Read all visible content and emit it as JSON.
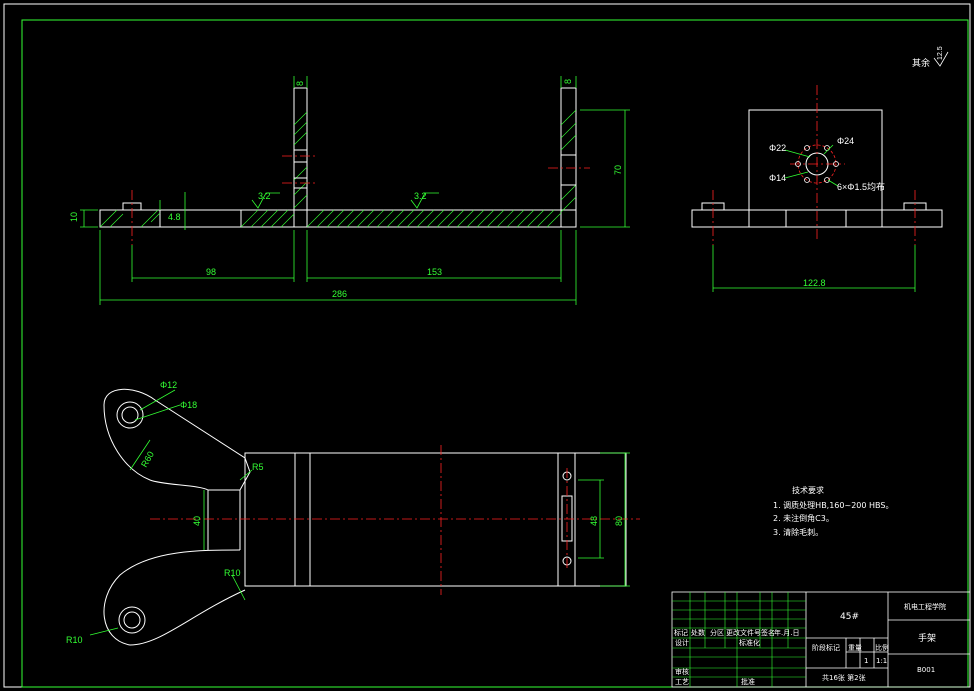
{
  "colors": {
    "background": "#000000",
    "outline": "#ffffff",
    "dimension": "#33ff33",
    "centerline": "#ff2222",
    "frame": "#ffffff"
  },
  "front_view": {
    "dims": {
      "overall": "286",
      "left": "98",
      "right": "153",
      "height": "70",
      "thickness": "10",
      "wall_left": "8",
      "wall_right": "8",
      "small": "4.8"
    },
    "roughness": [
      "3.2",
      "3.2"
    ]
  },
  "side_view": {
    "dims": {
      "width": "122.8",
      "d22": "Φ22",
      "d24": "Φ24",
      "d14": "Φ14",
      "holes": "6×Φ1.5均布"
    }
  },
  "plan_view": {
    "dims": {
      "d12": "Φ12",
      "d18": "Φ18",
      "r60": "R60",
      "r5": "R5",
      "r10a": "R10",
      "r10b": "R10",
      "w40": "40",
      "w48": "48",
      "w80": "80"
    }
  },
  "surface_mark": {
    "label": "其余",
    "value": "12.5"
  },
  "tech_notes": {
    "title": "技术要求",
    "items": [
      "1. 调质处理HB,160~200 HBS。",
      "2. 未注倒角C3。",
      "3. 清除毛刺。"
    ]
  },
  "title_block": {
    "material": "45#",
    "school": "机电工程学院",
    "part_name": "手架",
    "drawing_no": "B001",
    "scale": "1:1",
    "mass": "1",
    "sheets": "共16张  第2张",
    "row_labels": [
      "标记",
      "处数",
      "分区",
      "更改文件号",
      "签名",
      "年.月.日"
    ],
    "design": "设计",
    "standardize": "标准化",
    "review": "审核",
    "process": "工艺",
    "approve": "批准",
    "stage_mark": "阶段标记",
    "weight": "重量",
    "ratio": "比例"
  }
}
